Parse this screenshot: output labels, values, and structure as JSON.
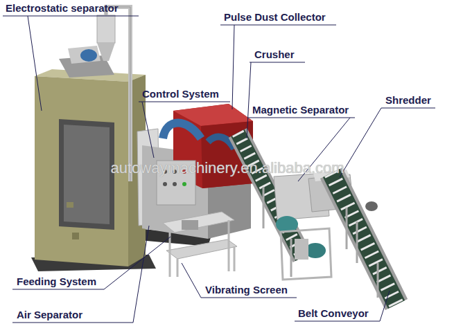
{
  "diagram": {
    "labels": [
      "Electrostatic separator",
      "Pulse Dust Collector",
      "Crusher",
      "Control System",
      "Magnetic Separator",
      "Shredder",
      "Feeding System",
      "Vibrating Screen",
      "Air Separator",
      "Belt Conveyor",
      "autowaymachinery.en.alibaba.com"
    ]
  }
}
